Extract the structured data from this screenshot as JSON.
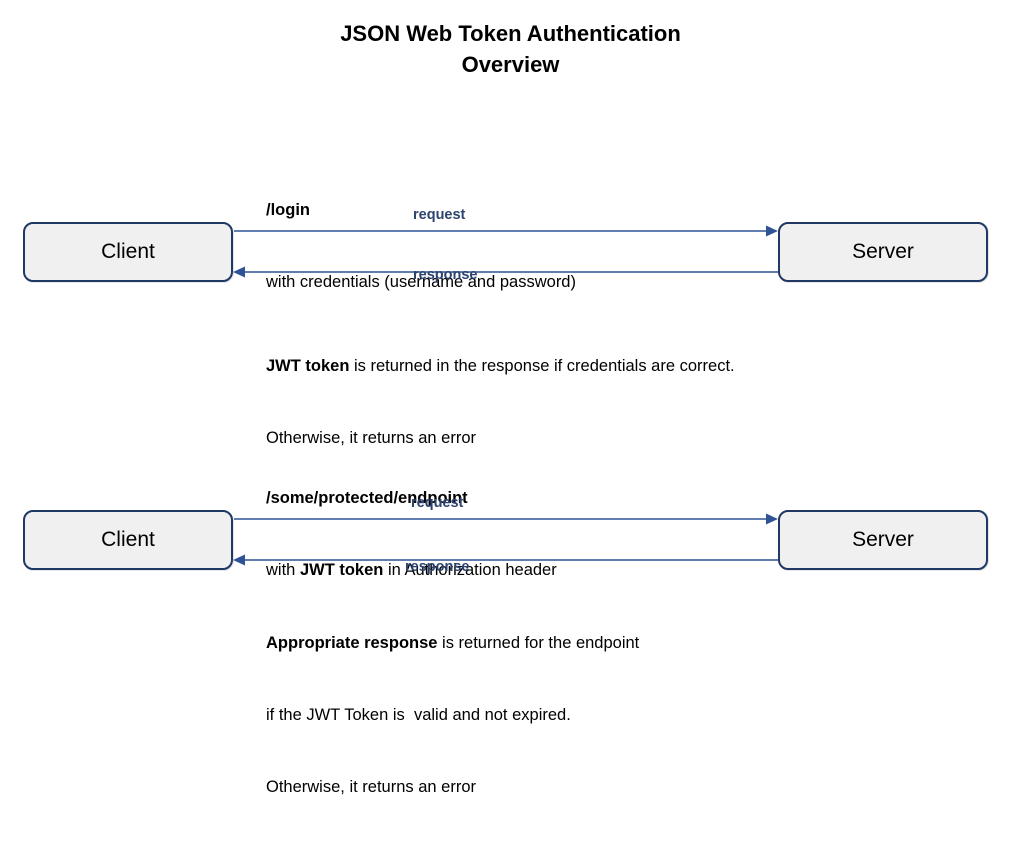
{
  "title": {
    "line1": "JSON Web Token Authentication",
    "line2": "Overview"
  },
  "colors": {
    "node_border": "#1F3864",
    "node_fill": "#F0F0F0",
    "arrow": "#2F5496",
    "arrow_label": "#2E4470",
    "text": "#000000",
    "background": "#FFFFFF"
  },
  "flows": [
    {
      "id": "login-flow",
      "description_top": {
        "line1_bold": "/login",
        "line2": "with credentials (username and password)"
      },
      "client_label": "Client",
      "server_label": "Server",
      "request_label": "request",
      "response_label": "response",
      "description_bottom": {
        "line1_bold": "JWT token",
        "line1_rest": " is returned in the response if credentials are correct.",
        "line2": "Otherwise, it returns an error"
      }
    },
    {
      "id": "protected-endpoint-flow",
      "description_top": {
        "line1_bold": "/some/protected/endpoint",
        "line2_pre": "with ",
        "line2_bold": "JWT token",
        "line2_post": " in Authorization header"
      },
      "client_label": "Client",
      "server_label": "Server",
      "request_label": "request",
      "response_label": "response",
      "description_bottom": {
        "line1_bold": "Appropriate response",
        "line1_rest": " is returned for the endpoint",
        "line2": "if the JWT Token is  valid and not expired.",
        "line3": "Otherwise, it returns an error"
      }
    }
  ]
}
